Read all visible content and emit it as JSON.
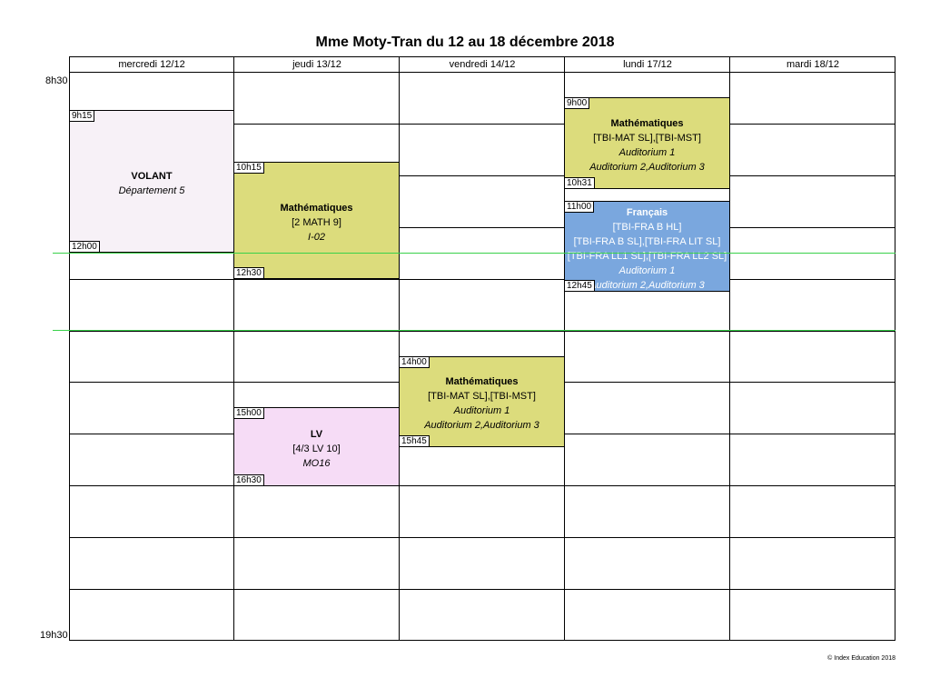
{
  "title": "Mme Moty-Tran du 12 au 18 décembre 2018",
  "days": [
    "mercredi 12/12",
    "jeudi 13/12",
    "vendredi 14/12",
    "lundi 17/12",
    "mardi 18/12"
  ],
  "time_start": "8h30",
  "time_end": "19h30",
  "courses": [
    {
      "subject": "VOLANT",
      "groups": [],
      "rooms": [
        "Département 5"
      ],
      "start": "9h15",
      "end": "12h00",
      "color": "#f7f1f7"
    },
    {
      "subject": "Mathématiques",
      "groups": [
        "[2 MATH 9]"
      ],
      "rooms": [
        "I-02"
      ],
      "start": "10h15",
      "end": "12h30",
      "color": "#dcdc7c"
    },
    {
      "subject": "LV",
      "groups": [
        "[4/3 LV 10]"
      ],
      "rooms": [
        "MO16"
      ],
      "start": "15h00",
      "end": "16h30",
      "color": "#f6dcf6"
    },
    {
      "subject": "Mathématiques",
      "groups": [
        "[TBI-MAT SL],[TBI-MST]"
      ],
      "rooms": [
        "Auditorium 1",
        "Auditorium 2,Auditorium 3"
      ],
      "start": "14h00",
      "end": "15h45",
      "color": "#dcdc7c"
    },
    {
      "subject": "Mathématiques",
      "groups": [
        "[TBI-MAT SL],[TBI-MST]"
      ],
      "rooms": [
        "Auditorium 1",
        "Auditorium 2,Auditorium 3"
      ],
      "start": "9h00",
      "end": "10h31",
      "color": "#dcdc7c"
    },
    {
      "subject": "Français",
      "groups": [
        "[TBI-FRA B HL]",
        "[TBI-FRA B SL],[TBI-FRA LIT SL]",
        "[TBI-FRA LL1 SL],[TBI-FRA LL2 SL]"
      ],
      "rooms": [
        "Auditorium 1",
        "Auditorium 2,Auditorium 3"
      ],
      "start": "11h00",
      "end": "12h45",
      "color": "#7aa7de"
    }
  ],
  "copyright": "© Index Education 2018"
}
